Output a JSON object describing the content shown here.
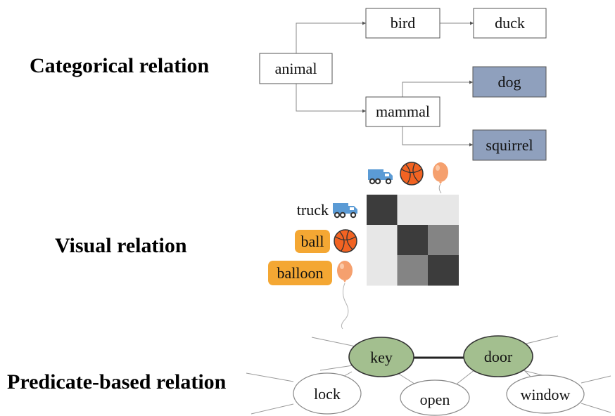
{
  "sections": {
    "categorical": "Categorical relation",
    "visual": "Visual relation",
    "predicate": "Predicate-based relation"
  },
  "taxonomy": {
    "animal": "animal",
    "bird": "bird",
    "duck": "duck",
    "mammal": "mammal",
    "dog": "dog",
    "squirrel": "squirrel",
    "highlight_color": "#8fa0bd"
  },
  "visual": {
    "rows": [
      "truck",
      "ball",
      "balloon"
    ],
    "column_icons": [
      "truck-icon",
      "ball-icon",
      "balloon-icon"
    ],
    "similarity_matrix": [
      [
        1.0,
        0.05,
        0.05
      ],
      [
        0.05,
        1.0,
        0.6
      ],
      [
        0.05,
        0.6,
        1.0
      ]
    ],
    "tag_color": "#f4a733"
  },
  "predicate": {
    "key": "key",
    "door": "door",
    "lock": "lock",
    "open": "open",
    "window": "window",
    "highlight_color": "#a3bf8f"
  }
}
